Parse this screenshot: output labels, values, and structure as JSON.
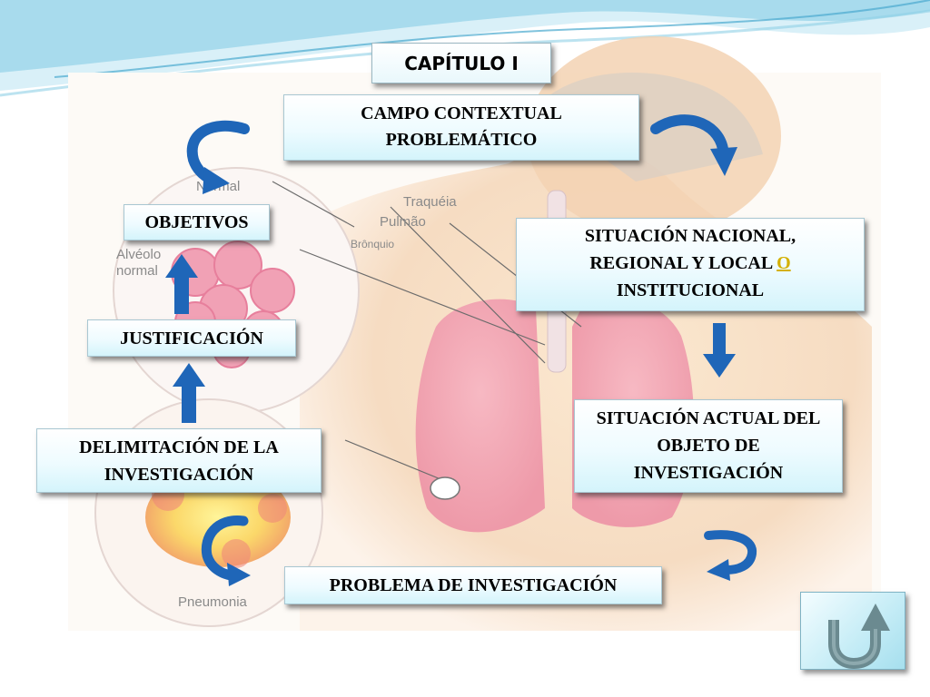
{
  "slide": {
    "title": "CAPÍTULO I",
    "boxes": {
      "campo": "CAMPO CONTEXTUAL PROBLEMÁTICO",
      "situacion_nacional_main": "SITUACIÓN NACIONAL, REGIONAL Y LOCAL ",
      "situacion_nacional_hl": "O",
      "situacion_nacional_tail": " INSTITUCIONAL",
      "situacion_actual": "SITUACIÓN ACTUAL DEL OBJETO DE INVESTIGACIÓN",
      "problema": "PROBLEMA DE INVESTIGACIÓN",
      "delimitacion": "DELIMITACIÓN DE LA INVESTIGACIÓN",
      "justificacion": "JUSTIFICACIÓN",
      "objetivos": "OBJETIVOS"
    },
    "illustration_labels": {
      "normal": "Normal",
      "traquea": "Traquéia",
      "pulmao": "Pulmão",
      "bronquio": "Brônquio",
      "alveolo": "Alvéolo normal",
      "pneumonia": "Pneumonia"
    },
    "colors": {
      "arrow_blue": "#1f66b8",
      "box_border": "#a9c7d2",
      "highlight": "#d4b000",
      "swoosh": "#6fc4e0"
    }
  }
}
